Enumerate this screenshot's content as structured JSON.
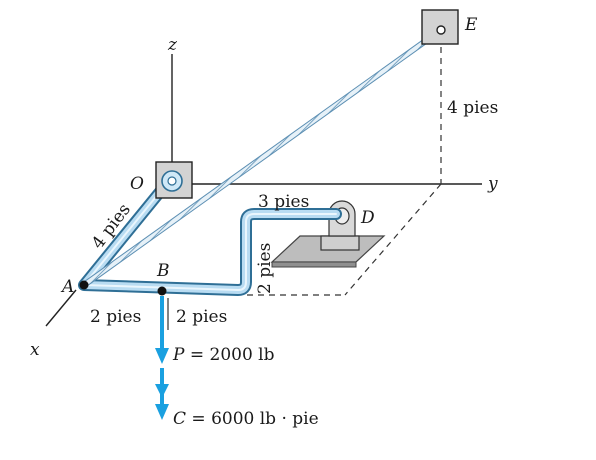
{
  "axes": {
    "x": "x",
    "y": "y",
    "z": "z"
  },
  "points": {
    "O": "O",
    "A": "A",
    "B": "B",
    "D": "D",
    "E": "E"
  },
  "dimensions": {
    "oa": "4 pies",
    "ab_left": "2 pies",
    "ab_right": "2 pies",
    "top": "3 pies",
    "vertical": "2 pies",
    "height_e": "4 pies"
  },
  "loads": {
    "force_prefix": "P",
    "force_value": " = 2000 lb",
    "moment_prefix": "C",
    "moment_value": " = 6000 lb · pie"
  },
  "colors": {
    "pipe": "#b9dcf2",
    "pipe_edge": "#2f6f96",
    "arrow": "#1aa0e0",
    "support": "#cfcfcf",
    "cable": "#7aa9c9"
  }
}
